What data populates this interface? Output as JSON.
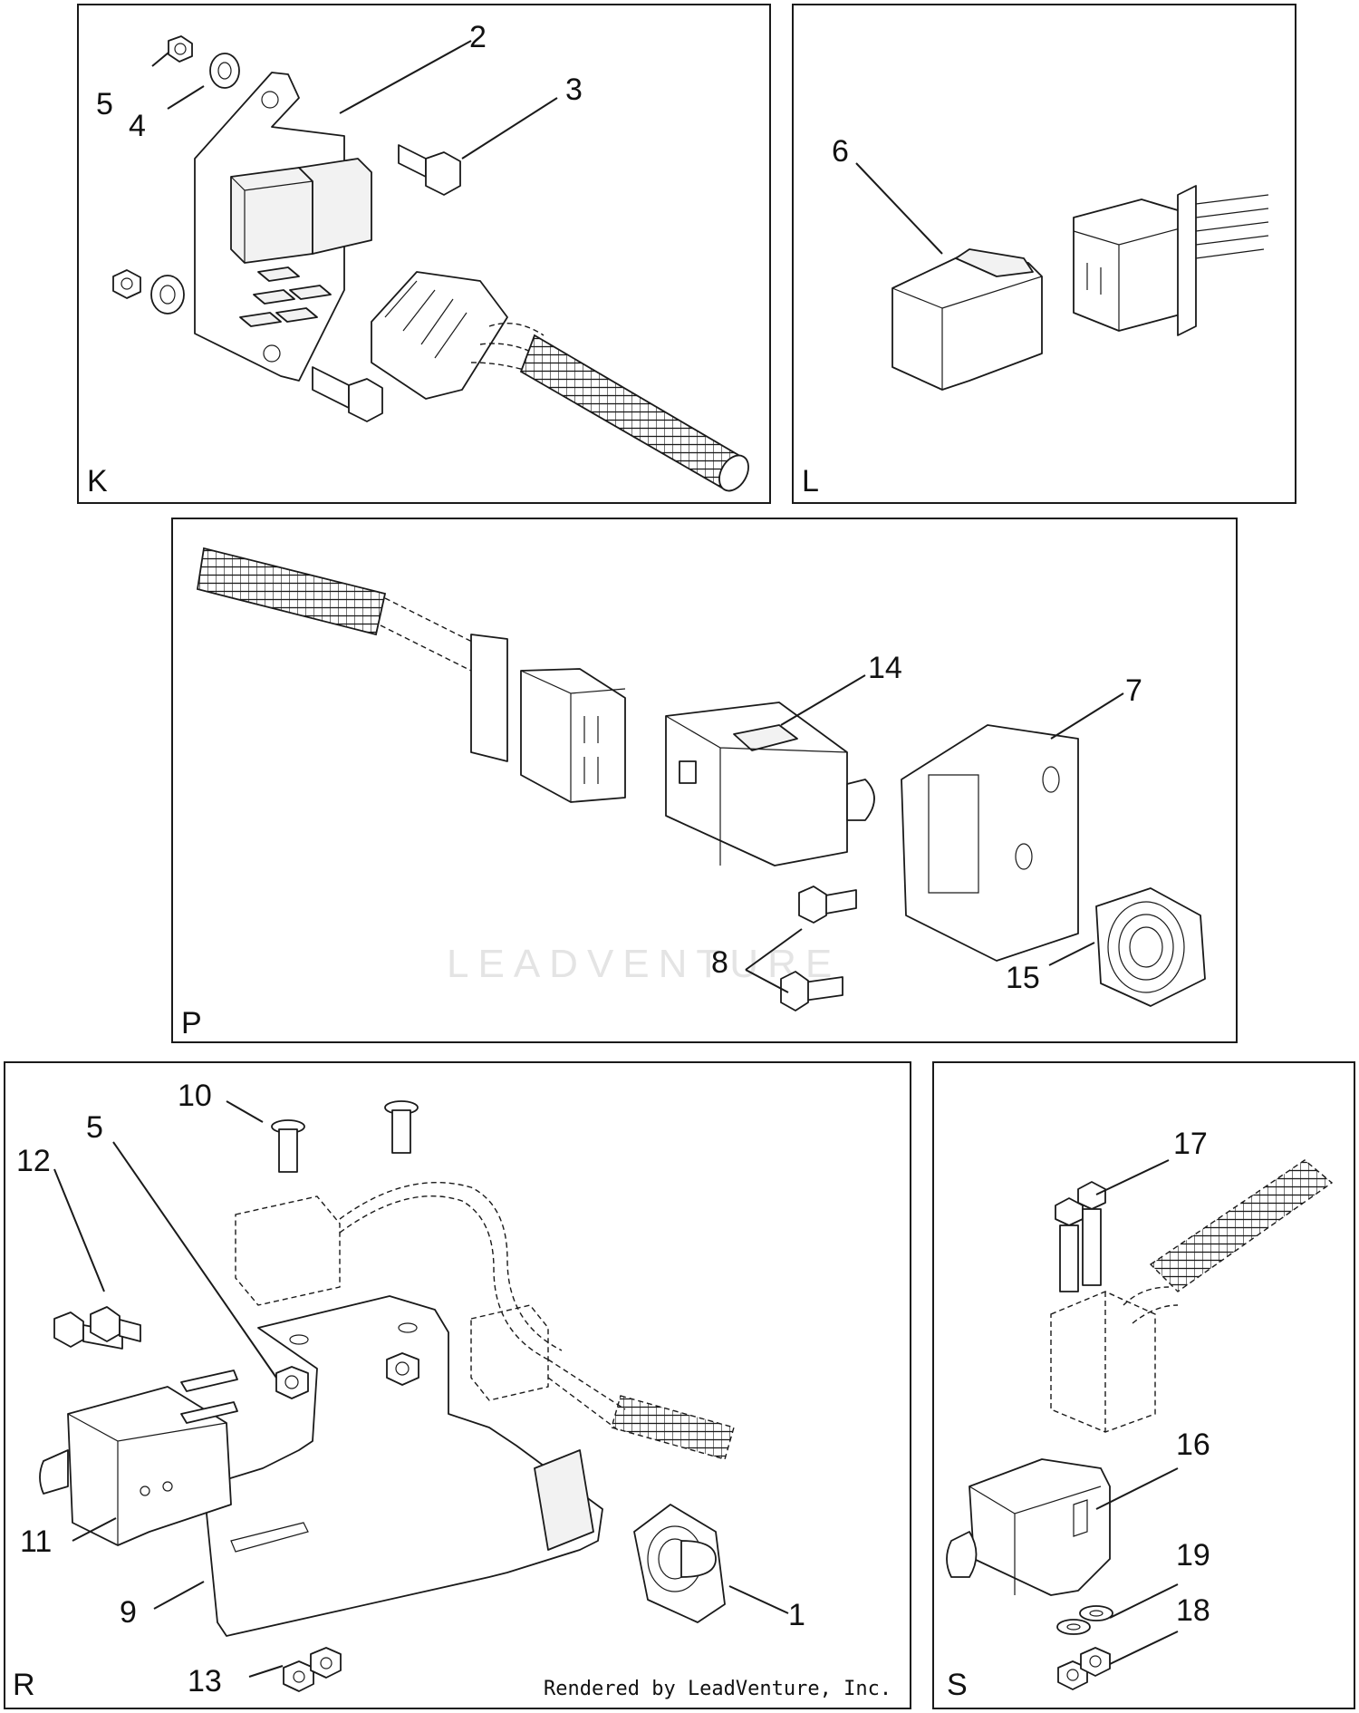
{
  "panels": {
    "k": {
      "tag": "K",
      "callouts": [
        "2",
        "3",
        "4",
        "5"
      ]
    },
    "l": {
      "tag": "L",
      "callouts": [
        "6"
      ]
    },
    "p": {
      "tag": "P",
      "callouts": [
        "14",
        "7",
        "8",
        "15"
      ]
    },
    "r": {
      "tag": "R",
      "callouts": [
        "10",
        "5",
        "12",
        "11",
        "9",
        "13",
        "1"
      ]
    },
    "s": {
      "tag": "S",
      "callouts": [
        "17",
        "16",
        "19",
        "18"
      ]
    }
  },
  "watermark": "LEADVENTURE",
  "footer": {
    "credit": "Rendered by LeadVenture, Inc."
  },
  "colors": {
    "line": "#1a1a1a",
    "watermark": "#e4e4e4",
    "background": "#ffffff"
  }
}
